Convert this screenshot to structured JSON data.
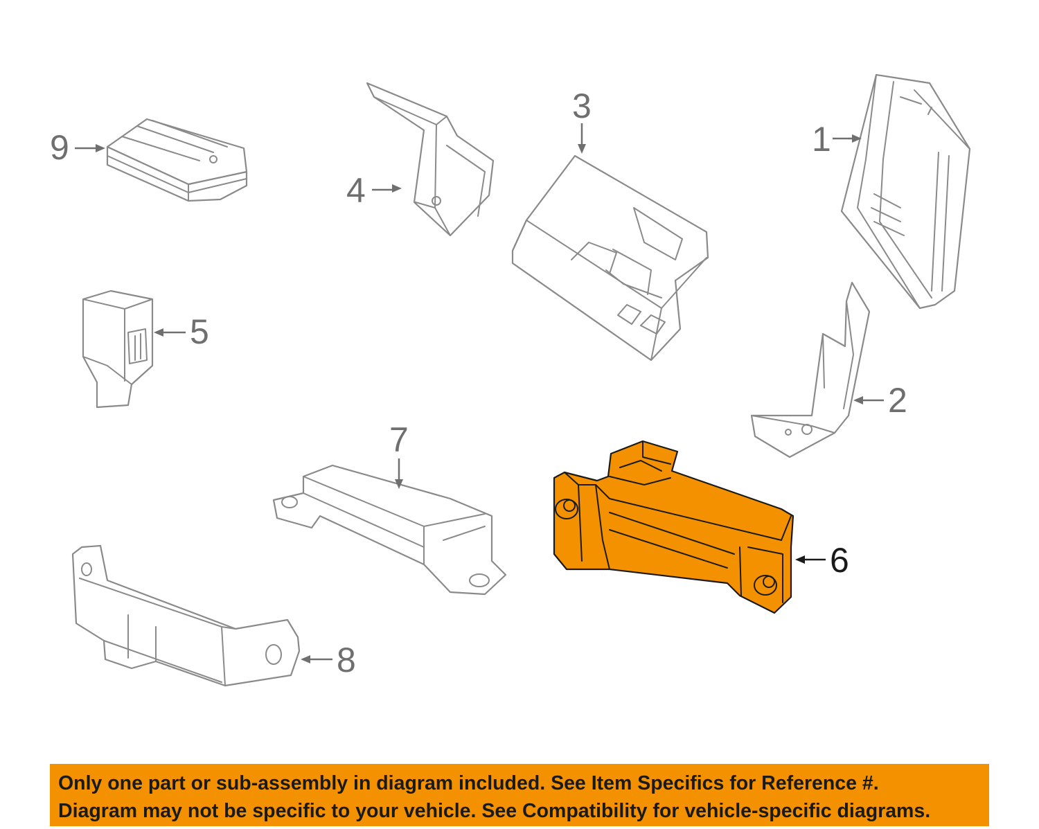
{
  "labels": {
    "part_1": "1",
    "part_2": "2",
    "part_3": "3",
    "part_4": "4",
    "part_5": "5",
    "part_6": "6",
    "part_7": "7",
    "part_8": "8",
    "part_9": "9"
  },
  "banner": {
    "line1": "Only one part or sub-assembly in diagram included. See Item Specifics for Reference #.",
    "line2": "Diagram may not be specific to your vehicle. See Compatibility for vehicle-specific diagrams."
  },
  "colors": {
    "highlight": "#f39100",
    "line": "#8a8a8a",
    "label": "#6f6f6f",
    "background": "#ffffff"
  }
}
